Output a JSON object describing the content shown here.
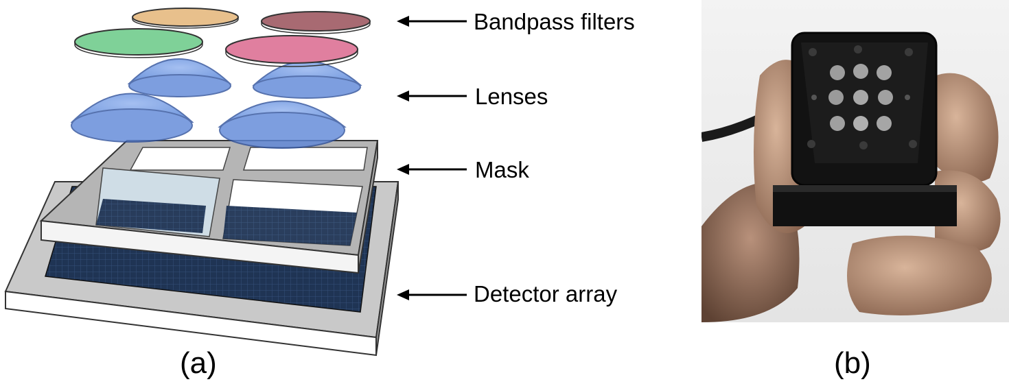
{
  "labels": {
    "filters": "Bandpass filters",
    "lenses": "Lenses",
    "mask": "Mask",
    "detector": "Detector array"
  },
  "captions": {
    "a": "(a)",
    "b": "(b)"
  },
  "colors": {
    "detector_grid": "#1f3454",
    "detector_base": "#c9c9c9",
    "mask_frame": "#f4f4f4",
    "lens_fill": "#4f7fd6",
    "filter_orange": "#e8c08c",
    "filter_brown": "#a86a72",
    "filter_green": "#7fd198",
    "filter_pink": "#e07f9f",
    "photo_background": "#eeeeee",
    "device_body": "#111111"
  },
  "icons": {
    "label_pointer": "arrow-left-icon"
  }
}
